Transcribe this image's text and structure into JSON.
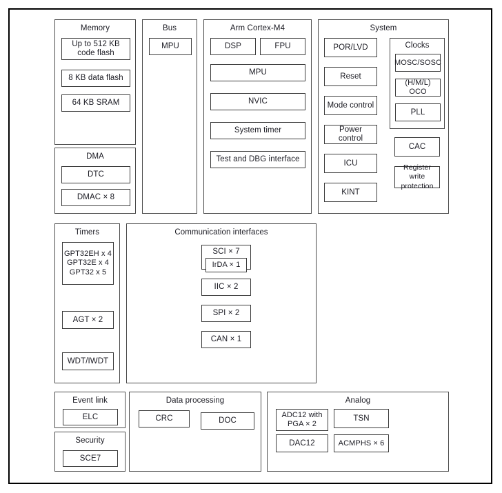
{
  "diagram": {
    "title_visible": false,
    "line_color": "#3a3a3a",
    "text_color": "#1a1a22",
    "background": "#ffffff"
  },
  "panels": {
    "memory": {
      "title": "Memory",
      "blocks": [
        {
          "label": "Up to 512 KB code flash"
        },
        {
          "label": "8 KB data flash"
        },
        {
          "label": "64 KB SRAM"
        }
      ]
    },
    "dma": {
      "title": "DMA",
      "blocks": [
        {
          "label": "DTC"
        },
        {
          "label": "DMAC × 8"
        }
      ]
    },
    "bus": {
      "title": "Bus",
      "blocks": [
        {
          "label": "MPU"
        }
      ]
    },
    "cpu": {
      "title": "Arm Cortex-M4",
      "blocks": [
        {
          "label": "DSP"
        },
        {
          "label": "FPU"
        },
        {
          "label": "MPU"
        },
        {
          "label": "NVIC"
        },
        {
          "label": "System timer"
        },
        {
          "label": "Test and DBG interface"
        }
      ]
    },
    "system": {
      "title": "System",
      "blocks": [
        {
          "label": "POR/LVD"
        },
        {
          "label": "Reset"
        },
        {
          "label": "Mode control"
        },
        {
          "label": "Power control"
        },
        {
          "label": "ICU"
        },
        {
          "label": "KINT"
        },
        {
          "label": "CAC"
        },
        {
          "label": "Register write protection"
        }
      ],
      "clocks": {
        "title": "Clocks",
        "blocks": [
          {
            "label": "MOSC/SOSC"
          },
          {
            "label": "(H/M/L) OCO"
          },
          {
            "label": "PLL"
          }
        ]
      }
    },
    "timers": {
      "title": "Timers",
      "blocks": [
        {
          "label": "GPT32EH x 4\nGPT32E x 4\nGPT32 x 5"
        },
        {
          "label": "AGT × 2"
        },
        {
          "label": "WDT/IWDT"
        }
      ]
    },
    "comm": {
      "title": "Communication interfaces",
      "blocks": [
        {
          "label": "SCI × 7"
        },
        {
          "label": "IrDA × 1"
        },
        {
          "label": "IIC × 2"
        },
        {
          "label": "SPI × 2"
        },
        {
          "label": "CAN × 1"
        }
      ]
    },
    "event_link": {
      "title": "Event link",
      "blocks": [
        {
          "label": "ELC"
        }
      ]
    },
    "security": {
      "title": "Security",
      "blocks": [
        {
          "label": "SCE7"
        }
      ]
    },
    "data_processing": {
      "title": "Data processing",
      "blocks": [
        {
          "label": "CRC"
        },
        {
          "label": "DOC"
        }
      ]
    },
    "analog": {
      "title": "Analog",
      "blocks": [
        {
          "label": "ADC12 with\nPGA × 2"
        },
        {
          "label": "TSN"
        },
        {
          "label": "DAC12"
        },
        {
          "label": "ACMPHS × 6"
        }
      ]
    }
  }
}
